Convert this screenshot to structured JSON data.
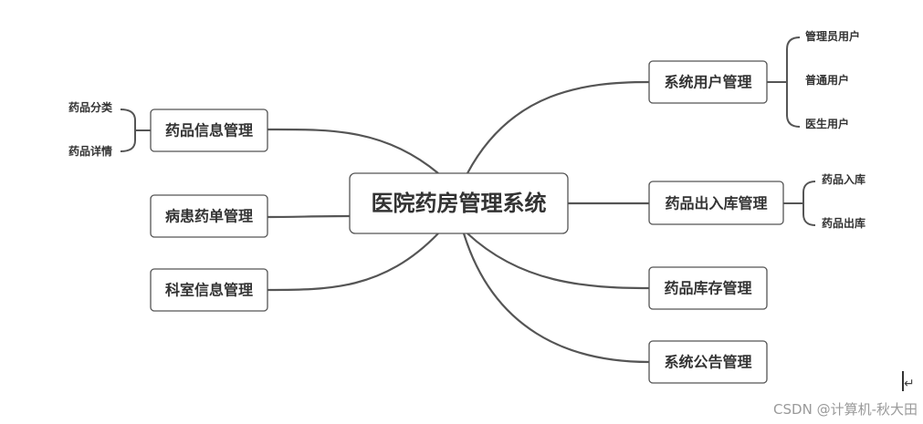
{
  "diagram": {
    "root": "医院药房管理系统",
    "left_branches": [
      {
        "label": "药品信息管理",
        "children": [
          "药品分类",
          "药品详情"
        ]
      },
      {
        "label": "病患药单管理",
        "children": []
      },
      {
        "label": "科室信息管理",
        "children": []
      }
    ],
    "right_branches": [
      {
        "label": "系统用户管理",
        "children": [
          "管理员用户",
          "普通用户",
          "医生用户"
        ]
      },
      {
        "label": "药品出入库管理",
        "children": [
          "药品入库",
          "药品出库"
        ]
      },
      {
        "label": "药品库存管理",
        "children": []
      },
      {
        "label": "系统公告管理",
        "children": []
      }
    ]
  },
  "watermark": "CSDN @计算机-秋大田",
  "cursor_glyph": "↵"
}
